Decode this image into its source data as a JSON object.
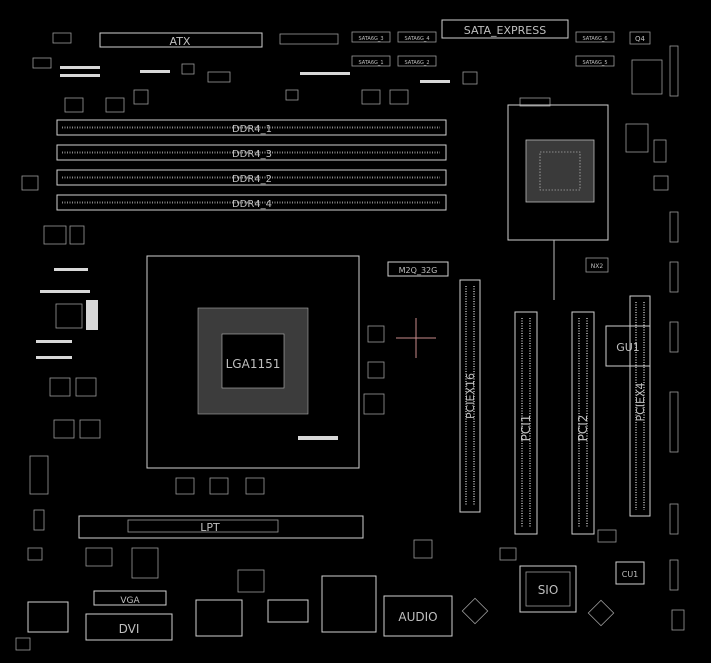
{
  "labels": {
    "atx": "ATX",
    "sata_express": "SATA_EXPRESS",
    "sata": [
      "SATA6G_3",
      "SATA6G_4",
      "SATA6G_1",
      "SATA6G_2",
      "SATA6G_6",
      "SATA6G_5"
    ],
    "q4": "Q4",
    "dimms": [
      "DDR4_1",
      "DDR4_3",
      "DDR4_2",
      "DDR4_4"
    ],
    "cpu": "LGA1151",
    "m2": "M2Q_32G",
    "pciex16": "PCIEX16",
    "pci1": "PCI1",
    "pci2": "PCI2",
    "pciex4": "PCIEX4",
    "gu1": "GU1",
    "sio": "SIO",
    "cu1": "CU1",
    "vga": "VGA",
    "dvi": "DVI",
    "audio": "AUDIO",
    "lpt": "LPT",
    "nx2": "NX2"
  },
  "colors": {
    "background": "#000000",
    "outline": "#cfcfcf",
    "label": "#bfbfbf",
    "crosshair": "#c98a8a"
  }
}
